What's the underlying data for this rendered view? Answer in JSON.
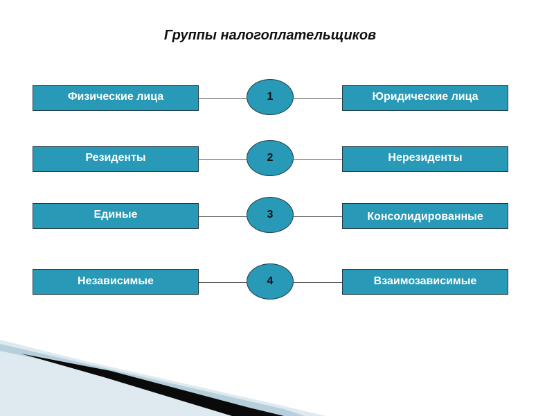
{
  "title": "Группы налогоплательщиков",
  "colors": {
    "box_fill": "#2899b7",
    "accent_dark": "#0a0a0a",
    "accent_light": "#c9dde6"
  },
  "rows": [
    {
      "number": "1",
      "left": "Физические лица",
      "right": "Юридические лица"
    },
    {
      "number": "2",
      "left": "Резиденты",
      "right": "Нерезиденты"
    },
    {
      "number": "3",
      "left": "Единые",
      "right": "Консолидированные"
    },
    {
      "number": "4",
      "left": "Независимые",
      "right": "Взаимозависимые"
    }
  ]
}
